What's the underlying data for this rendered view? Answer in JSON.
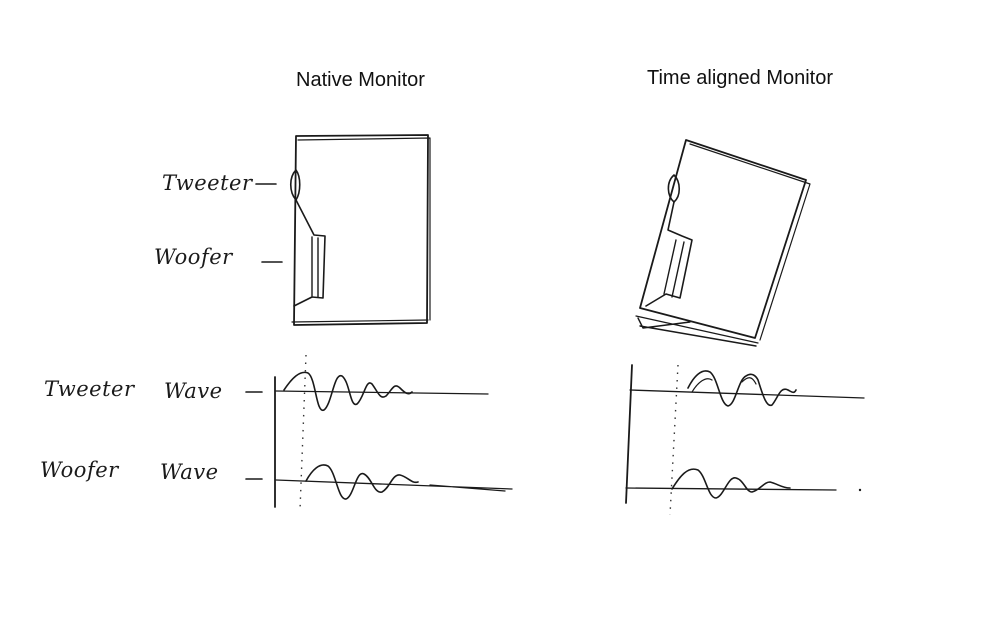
{
  "titles": {
    "native": "Native Monitor",
    "aligned": "Time aligned Monitor"
  },
  "labels": {
    "tweeter": "Tweeter",
    "woofer": "Woofer",
    "tweeter_wave": "Tweeter",
    "woofer_wave": "Woofer",
    "wave": "Wave"
  },
  "ink_color": "#1a1a1a"
}
